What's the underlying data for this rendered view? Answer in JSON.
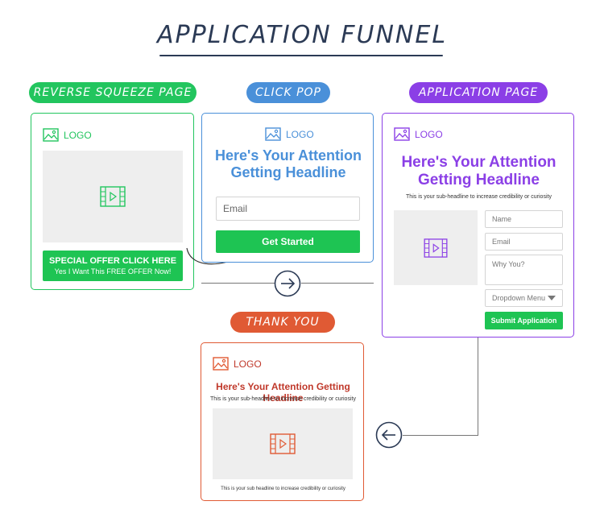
{
  "title": "APPLICATION FUNNEL",
  "colors": {
    "green": "#22c55e",
    "blue": "#4a90d9",
    "purple": "#8b3fe6",
    "orange": "#e05a34",
    "button_green": "#1ec453"
  },
  "stages": {
    "reverse_squeeze": {
      "label": "REVERSE SQUEEZE PAGE",
      "logo": "LOGO",
      "cta_main": "SPECIAL OFFER CLICK HERE",
      "cta_sub": "Yes I Want This FREE OFFER Now!"
    },
    "click_pop": {
      "label": "CLICK POP",
      "logo": "LOGO",
      "headline": "Here's Your Attention Getting Headline",
      "email_placeholder": "Email",
      "button": "Get Started"
    },
    "application": {
      "label": "APPLICATION PAGE",
      "logo": "LOGO",
      "headline": "Here's Your Attention Getting Headline",
      "subheadline": "This is your sub-headline to increase credibility or curiosity",
      "fields": {
        "name": "Name",
        "email": "Email",
        "why": "Why You?",
        "dropdown": "Dropdown Menu"
      },
      "button": "Submit Application"
    },
    "thank_you": {
      "label": "THANK YOU",
      "logo": "LOGO",
      "headline": "Here's Your Attention Getting Headline",
      "subheadline": "This is your sub-headline to increase credibility or curiosity",
      "footer": "This is your sub headline to increase credibility or curiosity"
    }
  }
}
